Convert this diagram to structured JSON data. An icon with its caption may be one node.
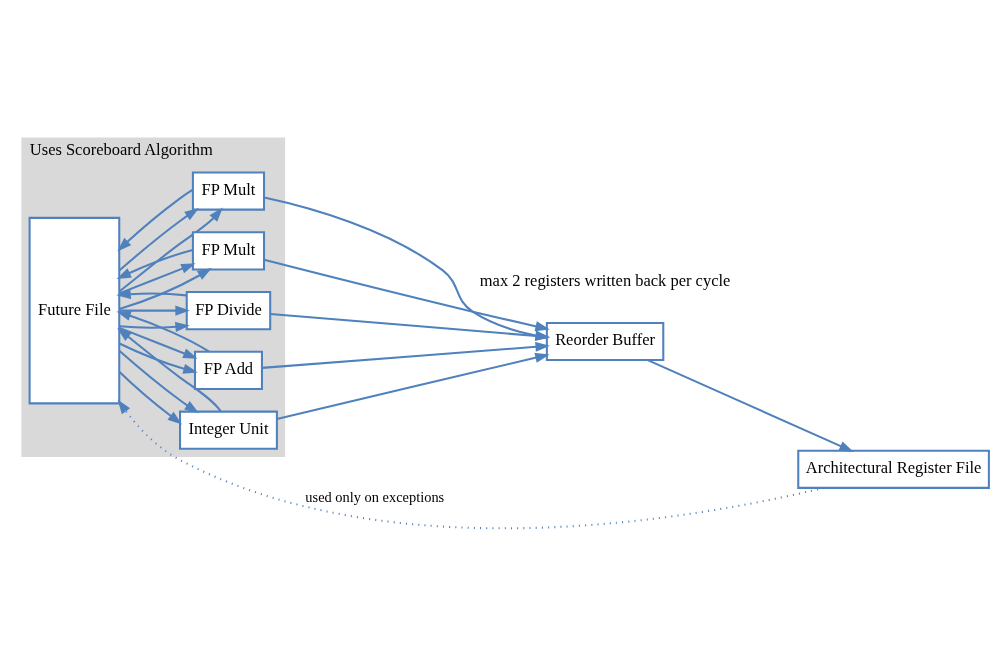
{
  "diagram": {
    "nodes": [
      {
        "text": [],
        "shape": "box",
        "beside": [
          "Uses Scoreboard Algorithm"
        ]
      },
      {
        "text": [
          "Future File"
        ],
        "in": 0
      },
      {
        "text": [
          "FP Mult"
        ],
        "in": 0
      },
      {
        "text": [
          "FP Mult"
        ],
        "in": 0
      },
      {
        "text": [
          "FP Divide"
        ],
        "in": 0
      },
      {
        "text": [
          "FP Add"
        ],
        "in": 0
      },
      {
        "text": [
          "Integer Unit"
        ],
        "in": 0
      },
      {
        "text": [
          "Reorder Buffer"
        ]
      },
      {
        "text": [
          "Architectural Register File"
        ]
      }
    ],
    "edges": [
      {
        "from": 1,
        "to": 2,
        "arrow": "to"
      },
      {
        "from": 1,
        "to": 2,
        "arrow": "to"
      },
      {
        "from": 1,
        "to": 3,
        "arrow": "to"
      },
      {
        "from": 1,
        "to": 3,
        "arrow": "to"
      },
      {
        "from": 1,
        "to": 4,
        "arrow": "to"
      },
      {
        "from": 1,
        "to": 4,
        "arrow": "to"
      },
      {
        "from": 1,
        "to": 5,
        "arrow": "to"
      },
      {
        "from": 1,
        "to": 5,
        "arrow": "to"
      },
      {
        "from": 1,
        "to": 6,
        "arrow": "to"
      },
      {
        "from": 1,
        "to": 6,
        "arrow": "to"
      },
      {
        "from": 2,
        "to": 7,
        "arrow": "to"
      },
      {
        "from": 3,
        "to": 7,
        "arrow": "to"
      },
      {
        "from": 4,
        "to": 7,
        "arrow": "to"
      },
      {
        "from": 5,
        "to": 7,
        "arrow": "to"
      },
      {
        "from": 6,
        "to": 7,
        "arrow": "to"
      },
      {
        "from": 2,
        "to": 1,
        "arrow": "to"
      },
      {
        "from": 3,
        "to": 1,
        "arrow": "to"
      },
      {
        "from": 4,
        "to": 1,
        "arrow": "to"
      },
      {
        "from": 5,
        "to": 1,
        "arrow": "to"
      },
      {
        "from": 6,
        "to": 1,
        "arrow": "to"
      },
      {
        "from": 7,
        "to": 8,
        "arrow": "to"
      },
      {
        "from": 8,
        "to": 1,
        "arrow": "to",
        "style": "dashed",
        "label": "used only on exceptions"
      }
    ],
    "labels": [
      "max 2 registers written back per cycle"
    ]
  }
}
